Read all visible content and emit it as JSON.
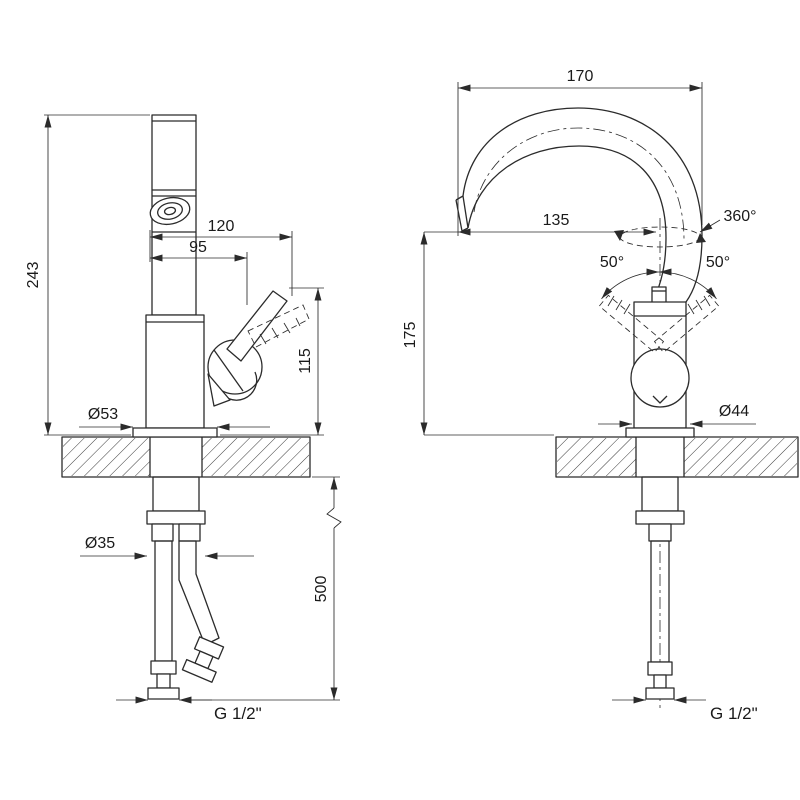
{
  "canvas": {
    "background": "#ffffff",
    "line_color": "#2b2b2b"
  },
  "side_view": {
    "height": "243",
    "reach_outer": "120",
    "reach_inner": "95",
    "body_height": "115",
    "base_diameter": "Ø53",
    "hole_diameter": "Ø35",
    "hose_length": "500",
    "thread_size": "G 1/2\""
  },
  "front_view": {
    "overall_width": "170",
    "spout_offset": "135",
    "swivel_angle": "360°",
    "lever_angle_left": "50°",
    "lever_angle_right": "50°",
    "spout_height": "175",
    "body_diameter": "Ø44",
    "thread_size": "G 1/2\""
  }
}
